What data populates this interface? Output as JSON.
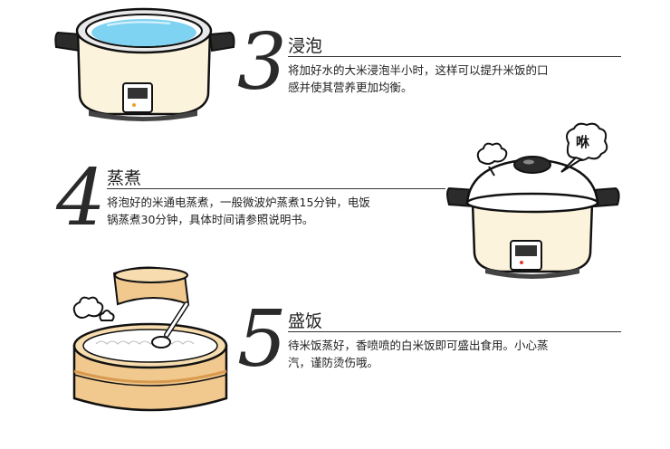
{
  "steps": [
    {
      "number": "3",
      "title": "浸泡",
      "desc_line1": "将加好水的大米浸泡半小时，这样可以提升米饭的口",
      "desc_line2": "感并使其营养更加均衡。"
    },
    {
      "number": "4",
      "title": "蒸煮",
      "desc_line1": "将泡好的米通电蒸煮，一般微波炉蒸煮15分钟，电饭",
      "desc_line2": "锅蒸煮30分钟，具体时间请参照说明书。",
      "bubble_text": "咻"
    },
    {
      "number": "5",
      "title": "盛饭",
      "desc_line1": "待米饭蒸好，香喷喷的白米饭即可盛出食用。小心蒸",
      "desc_line2": "汽，谨防烫伤哦。"
    }
  ],
  "colors": {
    "cooker_body": "#fbf3dc",
    "handle": "#2b2b2b",
    "water": "#7fd3f2",
    "steamer": "#f1c98e",
    "steamer_dark": "#d89a4f"
  },
  "icons": [
    "rice-cooker-water-icon",
    "rice-cooker-lid-icon",
    "steam-cloud-icon",
    "bamboo-steamer-icon"
  ]
}
